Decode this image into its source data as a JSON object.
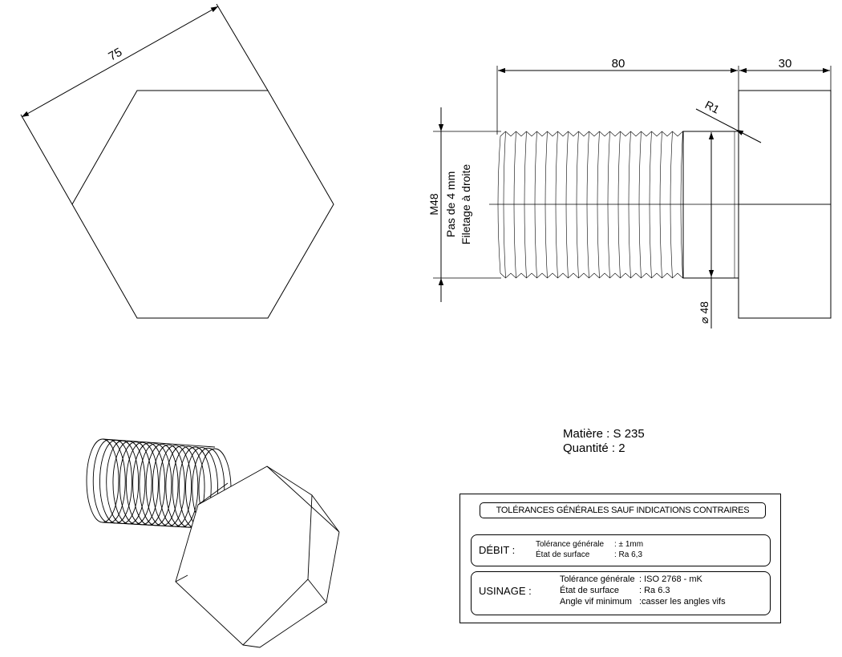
{
  "views": {
    "hex_view": {
      "dimension_across_corners": "75"
    },
    "side_view": {
      "length_dimension": "80",
      "head_height_dimension": "30",
      "fillet_radius": "R1",
      "thread_designation": "M48",
      "thread_pitch": "Pas de 4 mm",
      "thread_direction": "Filetage à droite",
      "diameter": "⌀ 48"
    }
  },
  "material": {
    "matiere": "Matière : S 235",
    "quantite": "Quantité : 2"
  },
  "tolerances": {
    "header": "TOLÉRANCES GÉNÉRALES SAUF INDICATIONS CONTRAIRES",
    "debit": {
      "label": "DÉBIT :",
      "lines": [
        {
          "key": "Tolérance générale",
          "value": ": ± 1mm"
        },
        {
          "key": "État de surface",
          "value": ": Ra 6,3"
        }
      ]
    },
    "usinage": {
      "label": "USINAGE :",
      "lines": [
        {
          "key": "Tolérance générale",
          "value": ": ISO 2768 - mK"
        },
        {
          "key": "État de surface",
          "value": ": Ra 6.3"
        },
        {
          "key": "Angle vif minimum",
          "value": ":casser les angles vifs"
        }
      ]
    }
  },
  "colors": {
    "line": "#000000",
    "background": "#ffffff"
  }
}
